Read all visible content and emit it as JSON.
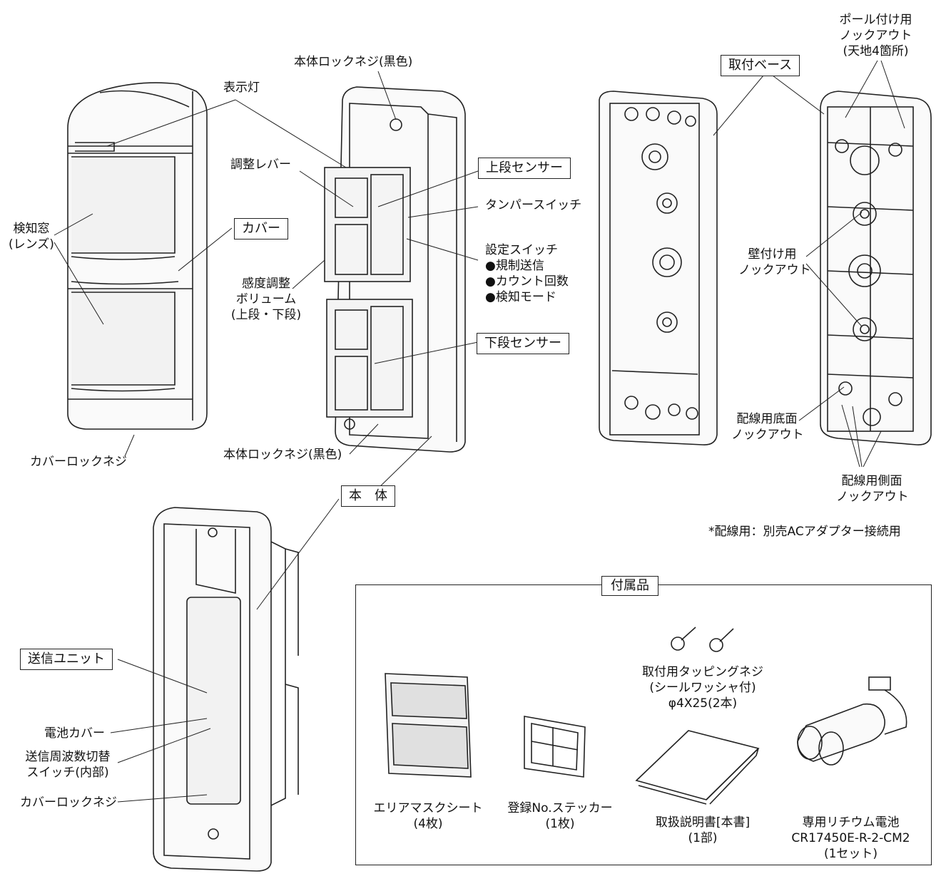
{
  "callouts": {
    "display_lamp": "表示灯",
    "body_lock_screw_top": "本体ロックネジ(黒色)",
    "detection_window": [
      "検知窓",
      "(レンズ)"
    ],
    "adjust_lever": "調整レバー",
    "cover_box": "カバー",
    "sensitivity_volume": [
      "感度調整",
      "ボリューム",
      "(上段・下段)"
    ],
    "upper_sensor_box": "上段センサー",
    "tamper_switch": "タンパースイッチ",
    "setting_switch": [
      "設定スイッチ",
      "●規制送信",
      "●カウント回数",
      "●検知モード"
    ],
    "lower_sensor_box": "下段センサー",
    "cover_lock_screw_top": "カバーロックネジ",
    "body_lock_screw_bottom": "本体ロックネジ(黒色)",
    "body_box": "本　体",
    "mount_base_box": "取付ベース",
    "pole_knockout": [
      "ポール付け用",
      "ノックアウト",
      "(天地4箇所)"
    ],
    "wall_knockout": [
      "壁付け用",
      "ノックアウト"
    ],
    "wiring_bottom_knockout": [
      "配線用底面",
      "ノックアウト"
    ],
    "wiring_side_knockout": [
      "配線用側面",
      "ノックアウト"
    ],
    "wiring_note": "*配線用：別売ACアダプター接続用",
    "transmit_unit_box": "送信ユニット",
    "battery_cover": "電池カバー",
    "freq_switch": [
      "送信周波数切替",
      "スイッチ(内部)"
    ],
    "cover_lock_screw_bottom": "カバーロックネジ"
  },
  "accessories": {
    "title": "付属品",
    "items": [
      {
        "name": "エリアマスクシート",
        "qty": "(4枚)"
      },
      {
        "name": "登録No.ステッカー",
        "qty": "(1枚)"
      },
      {
        "name": "取付用タッピングネジ",
        "sub": "(シールワッシャ付)",
        "spec": "φ4X25(2本)"
      },
      {
        "name": "取扱説明書[本書]",
        "qty": "(1部)"
      },
      {
        "name": "専用リチウム電池",
        "model": "CR17450E-R-2-CM2",
        "qty": "(1セット)"
      }
    ]
  }
}
